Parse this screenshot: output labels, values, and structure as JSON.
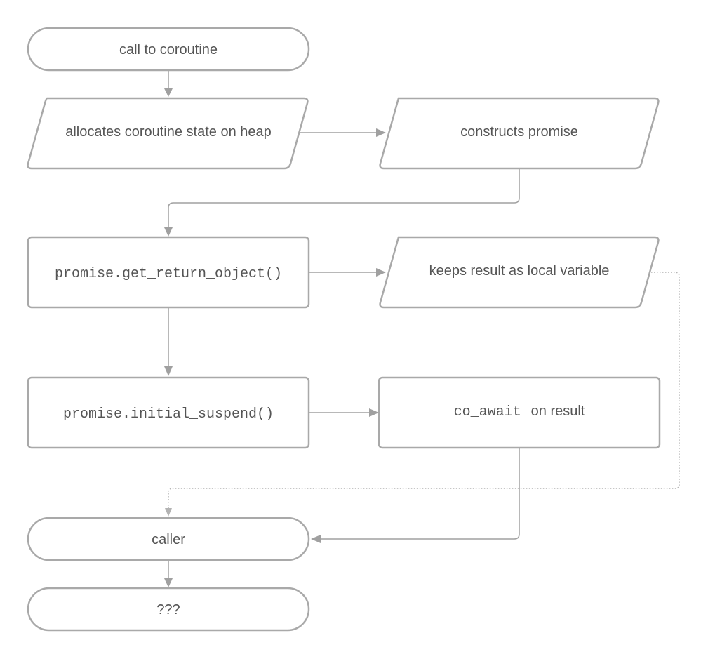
{
  "nodes": {
    "call_to_coroutine": "call to coroutine",
    "allocates_state": "allocates coroutine state on heap",
    "constructs_promise": "constructs promise",
    "get_return_object": "promise.get_return_object()",
    "keeps_result": "keeps result as local variable",
    "initial_suspend": "promise.initial_suspend()",
    "co_await_code": "co_await",
    "co_await_text": "on result",
    "caller": "caller",
    "unknown": "???"
  }
}
